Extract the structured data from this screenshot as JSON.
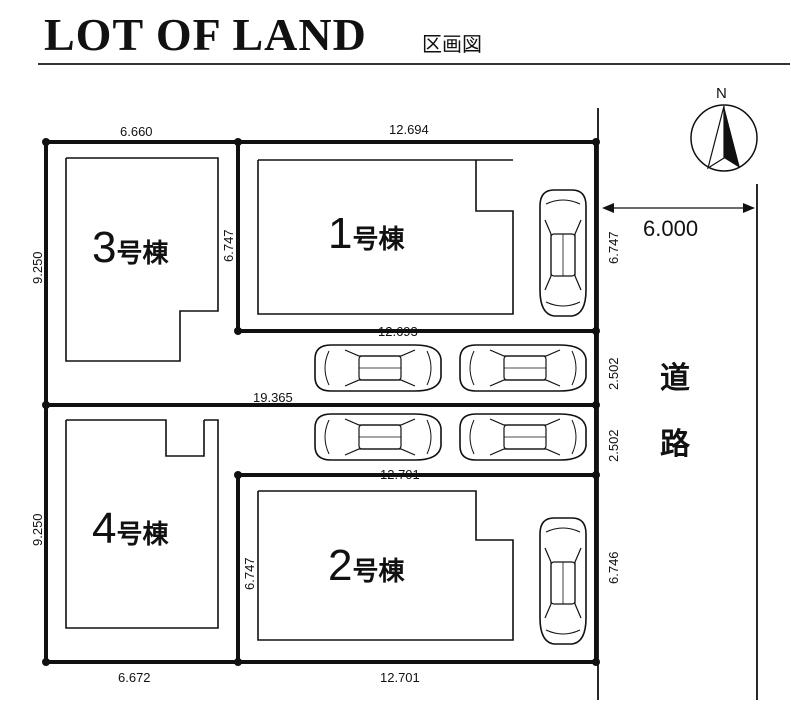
{
  "header": {
    "title": "LOT OF LAND",
    "subtitle": "区画図"
  },
  "compass": {
    "label": "N"
  },
  "lots": [
    {
      "num": "1",
      "suffix": "号棟"
    },
    {
      "num": "2",
      "suffix": "号棟"
    },
    {
      "num": "3",
      "suffix": "号棟"
    },
    {
      "num": "4",
      "suffix": "号棟"
    }
  ],
  "dimensions": {
    "top_left": "6.660",
    "top_right": "12.694",
    "left_upper": "9.250",
    "left_lower": "9.250",
    "lot3_right": "6.747",
    "lot1_right": "6.747",
    "lot1_bottom": "12.693",
    "drive_upper": "2.502",
    "drive_lower": "2.502",
    "middle": "19.365",
    "lot2_top": "12.701",
    "lot2_left": "6.747",
    "lot2_right": "6.746",
    "bottom_left": "6.672",
    "bottom_right": "12.701"
  },
  "road": {
    "width": "6.000",
    "label_1": "道",
    "label_2": "路"
  }
}
